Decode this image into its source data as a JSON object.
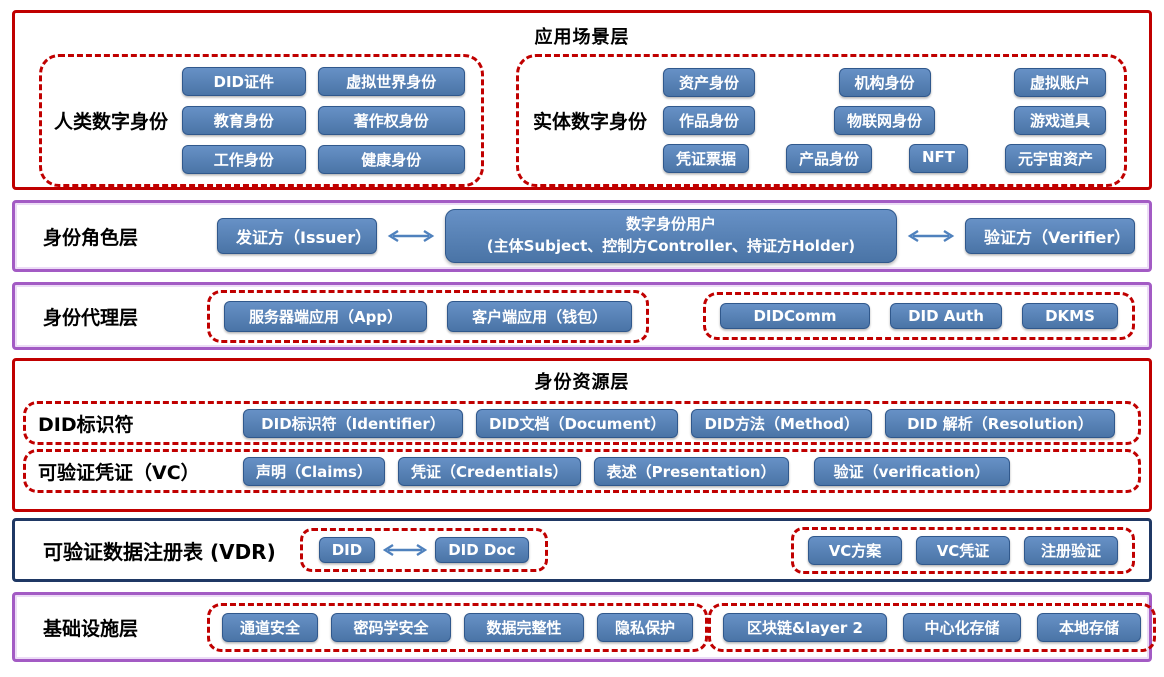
{
  "colors": {
    "chip_blue": "#4F81BD",
    "chip_border": "#30588C",
    "frame_red": "#C00000",
    "frame_purple": "#A35BC4",
    "frame_navy": "#1F3864",
    "arrow_blue": "#4F81BD"
  },
  "layers": {
    "app": {
      "title": "应用场景层",
      "human": {
        "label": "人类数字身份",
        "rows": [
          [
            "DID证件",
            "虚拟世界身份"
          ],
          [
            "教育身份",
            "著作权身份"
          ],
          [
            "工作身份",
            "健康身份"
          ]
        ]
      },
      "entity": {
        "label": "实体数字身份",
        "rows": [
          [
            "资产身份",
            "机构身份",
            "虚拟账户"
          ],
          [
            "作品身份",
            "物联网身份",
            "游戏道具"
          ],
          [
            "凭证票据",
            "产品身份",
            "NFT",
            "元宇宙资产"
          ]
        ]
      }
    },
    "role": {
      "label": "身份角色层",
      "issuer": "发证方（Issuer）",
      "user_line1": "数字身份用户",
      "user_line2": "(主体Subject、控制方Controller、持证方Holder)",
      "verifier": "验证方（Verifier）"
    },
    "agent": {
      "label": "身份代理层",
      "apps": [
        "服务器端应用（App）",
        "客户端应用（钱包）"
      ],
      "protocols": [
        "DIDComm",
        "DID Auth",
        "DKMS"
      ]
    },
    "resource": {
      "title": "身份资源层",
      "did_row": {
        "label": "DID标识符",
        "chips": [
          "DID标识符（Identifier）",
          "DID文档（Document）",
          "DID方法（Method）",
          "DID 解析（Resolution）"
        ]
      },
      "vc_row": {
        "label": "可验证凭证（VC）",
        "chips": [
          "声明（Claims）",
          "凭证（Credentials）",
          "表述（Presentation）",
          "验证（verification）"
        ]
      }
    },
    "vdr": {
      "label": "可验证数据注册表 (VDR)",
      "did": "DID",
      "did_doc": "DID Doc",
      "chips": [
        "VC方案",
        "VC凭证",
        "注册验证"
      ]
    },
    "infra": {
      "label": "基础设施层",
      "security": [
        "通道安全",
        "密码学安全",
        "数据完整性",
        "隐私保护"
      ],
      "storage": [
        "区块链&layer 2",
        "中心化存储",
        "本地存储"
      ]
    }
  }
}
